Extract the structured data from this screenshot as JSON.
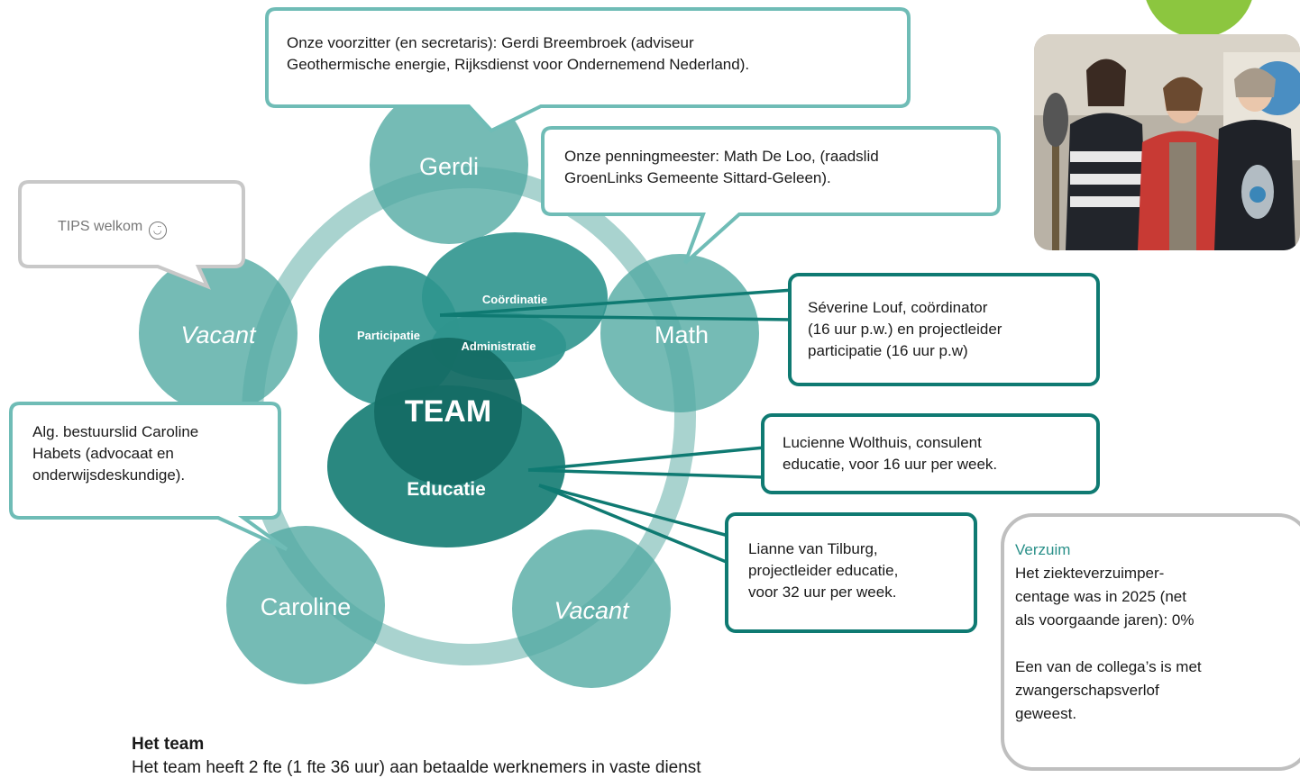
{
  "diagram": {
    "circles": {
      "gerdi": "Gerdi",
      "math": "Math",
      "vacant_left": "Vacant",
      "caroline": "Caroline",
      "vacant_bottom": "Vacant"
    },
    "team": {
      "title": "TEAM",
      "coordinatie": "Coördinatie",
      "participatie": "Participatie",
      "administratie": "Administratie",
      "educatie": "Educatie"
    }
  },
  "callouts": {
    "gerdi": [
      "Onze voorzitter (en secretaris): Gerdi Breembroek (adviseur",
      "Geothermische energie, Rijksdienst voor Ondernemend Nederland)."
    ],
    "math": [
      "Onze penningmeester: Math De Loo, (raadslid",
      "GroenLinks Gemeente Sittard-Geleen)."
    ],
    "severine": [
      "Séverine Louf, coördinator",
      "(16 uur p.w.) en projectleider",
      "participatie (16 uur p.w)"
    ],
    "lucienne": [
      "Lucienne Wolthuis, consulent",
      "educatie, voor 16 uur per week."
    ],
    "lianne": [
      "Lianne van Tilburg,",
      "projectleider educatie,",
      "voor 32 uur per week."
    ],
    "caroline": [
      "Alg. bestuurslid Caroline",
      "Habets (advocaat en",
      "onderwijsdeskundige)."
    ],
    "tips": "TIPS welkom",
    "tips_icon": "smile-icon"
  },
  "verzuim": {
    "title": "Verzuim",
    "lines": [
      "Het ziekteverzuimper-",
      "centage was in 2025 (net",
      "als voorgaande jaren): 0%"
    ],
    "lines2": [
      "Een van de collega’s is met",
      "zwangerschapsverlof",
      "geweest."
    ]
  },
  "section": {
    "heading": "Het team",
    "body": "Het team heeft 2 fte (1 fte 36 uur) aan betaalde werknemers in vaste dienst"
  },
  "colors": {
    "teal": "#2a9089",
    "teal_light": "#6fbcb6",
    "teal_dark": "#1b7a73",
    "green": "#8cc63f"
  }
}
